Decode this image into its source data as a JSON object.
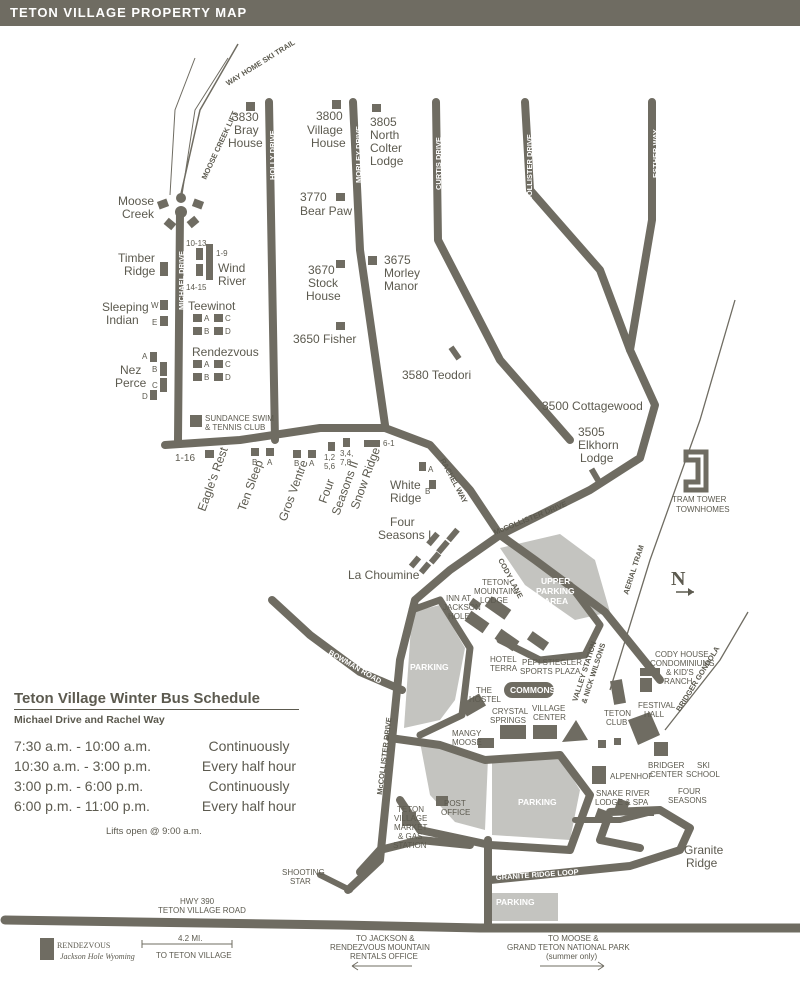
{
  "map_title": "TETON VILLAGE PROPERTY MAP",
  "labels": {
    "way_home_trail": "WAY HOME SKI TRAIL",
    "moose_creek_lift": "MOOSE CREEK LIFT",
    "holly_drive": "HOLLY DRIVE",
    "morley_drive": "MORLEY DRIVE",
    "curtis_drive": "CURTIS DRIVE",
    "mccollister_drive_n": "McCOLLISTER DRIVE",
    "esther_way": "ESTHER WAY",
    "michael_drive": "MICHAEL DRIVE",
    "rachel_way": "RACHEL WAY",
    "mccollister_drive_e": "McCOLLISTER DRIVE",
    "cody_lane": "CODY LANE",
    "bowman_road": "BOWMAN ROAD",
    "mccollister_drive_s": "McCOLLISTER DRIVE",
    "aerial_tram": "AERIAL TRAM",
    "bridger_gondola": "BRIDGER GONDOLA",
    "granite_ridge_loop": "GRANITE RIDGE LOOP",
    "valley_station": "VALLEY STATION",
    "nick_wilsons": "& NICK WILSONS",
    "commons": "COMMONS",
    "parking": "PARKING",
    "upper_parking_1": "UPPER",
    "upper_parking_2": "PARKING",
    "upper_parking_3": "AREA",
    "north": "N",
    "bray_num": "3830",
    "bray_1": "Bray",
    "bray_2": "House",
    "village_num": "3800",
    "village_1": "Village",
    "village_2": "House",
    "colter_num": "3805",
    "colter_1": "North",
    "colter_2": "Colter",
    "colter_3": "Lodge",
    "bearpaw_num": "3770",
    "bearpaw_1": "Bear Paw",
    "stock_num": "3670",
    "stock_1": "Stock",
    "stock_2": "House",
    "morley_num": "3675",
    "morley_1": "Morley",
    "morley_2": "Manor",
    "fisher": "3650 Fisher",
    "teodori": "3580 Teodori",
    "cottagewood": "3500 Cottagewood",
    "elkhorn_num": "3505",
    "elkhorn_1": "Elkhorn",
    "elkhorn_2": "Lodge",
    "tram_tower_1": "TRAM TOWER",
    "tram_tower_2": "TOWNHOMES",
    "moose_creek_1": "Moose",
    "moose_creek_2": "Creek",
    "timber_1": "Timber",
    "timber_2": "Ridge",
    "wind_1": "Wind",
    "wind_2": "River",
    "wind_n1": "10-13",
    "wind_n2": "1-9",
    "wind_n3": "14-15",
    "sleeping_1": "Sleeping",
    "sleeping_2": "Indian",
    "sleeping_w": "W",
    "sleeping_e": "E",
    "teewinot": "Teewinot",
    "rendezvous": "Rendezvous",
    "nez_1": "Nez",
    "nez_2": "Perce",
    "letter_a": "A",
    "letter_b": "B",
    "letter_c": "C",
    "letter_d": "D",
    "sundance_1": "SUNDANCE SWIM",
    "sundance_2": "& TENNIS CLUB",
    "n_1_16": "1-16",
    "eagles_rest": "Eagle's Rest",
    "ten_sleep": "Ten Sleep",
    "gros_ventre": "Gros Ventre",
    "four_seasons_ii_1": "Four",
    "four_seasons_ii_2": "Seasons II",
    "four_seasons_n1": "1,2",
    "four_seasons_n1b": "5,6",
    "four_seasons_n2": "3,4,",
    "four_seasons_n2b": "7,8",
    "snow_ridge": "Snow Ridge",
    "n_6_1": "6-1",
    "white_ridge_1": "White",
    "white_ridge_2": "Ridge",
    "four_seasons_i_1": "Four",
    "four_seasons_i_2": "Seasons I",
    "la_choumine": "La Choumine",
    "teton_mtn_1": "TETON",
    "teton_mtn_2": "MOUNTAIN",
    "teton_mtn_3": "LODGE",
    "inn_1": "INN AT",
    "inn_2": "JACKSON",
    "inn_3": "HOLE",
    "hotel_terra_1": "HOTEL",
    "hotel_terra_2": "TERRA",
    "pepi_1": "PEPI STIEGLER",
    "pepi_2": "SPORTS PLAZA",
    "hostel_1": "THE",
    "hostel_2": "HOSTEL",
    "crystal_1": "CRYSTAL",
    "crystal_2": "SPRINGS",
    "village_center_1": "VILLAGE",
    "village_center_2": "CENTER",
    "mangy_1": "MANGY",
    "mangy_2": "MOOSE",
    "teton_club_1": "TETON",
    "teton_club_2": "CLUB",
    "festival_1": "FESTIVAL",
    "festival_2": "HALL",
    "cody_house_1": "CODY HOUSE",
    "cody_house_2": "CONDOMINIUMS",
    "cody_house_3": "& KID'S",
    "cody_house_4": "RANCH",
    "bridger_center_1": "BRIDGER",
    "bridger_center_2": "CENTER",
    "ski_school_1": "SKI",
    "ski_school_2": "SCHOOL",
    "alpenhof": "ALPENHOF",
    "snake_river_1": "SNAKE RIVER",
    "snake_river_2": "LODGE & SPA",
    "four_seasons_c_1": "FOUR",
    "four_seasons_c_2": "SEASONS",
    "granite_1": "Granite",
    "granite_2": "Ridge",
    "post_office_1": "POST",
    "post_office_2": "OFFICE",
    "market_1": "TETON",
    "market_2": "VILLAGE",
    "market_3": "MARKET",
    "market_4": "& GAS",
    "market_5": "STATION",
    "shooting_1": "SHOOTING",
    "shooting_2": "STAR",
    "hwy_1": "HWY 390",
    "hwy_2": "TETON VILLAGE ROAD",
    "scale_1": "4.2 MI.",
    "scale_2": "TO TETON VILLAGE",
    "jackson_1": "TO JACKSON &",
    "jackson_2": "RENDEZVOUS MOUNTAIN",
    "jackson_3": "RENTALS OFFICE",
    "moose_1": "TO MOOSE &",
    "moose_2": "GRAND TETON NATIONAL PARK",
    "moose_3": "(summer only)",
    "logo_1": "RENDEZVOUS",
    "logo_2": "Jackson Hole Wyoming"
  },
  "schedule": {
    "title": "Teton Village Winter Bus Schedule",
    "subtitle": "Michael Drive and Rachel Way",
    "rows": [
      {
        "time": "7:30 a.m. - 10:00 a.m.",
        "freq": "Continuously"
      },
      {
        "time": "10:30 a.m. - 3:00 p.m.",
        "freq": "Every half hour"
      },
      {
        "time": "3:00 p.m. - 6:00 p.m.",
        "freq": "Continuously"
      },
      {
        "time": "6:00 p.m. - 11:00 p.m.",
        "freq": "Every half hour"
      }
    ],
    "note": "Lifts open @ 9:00 a.m."
  },
  "colors": {
    "road": "#6f6c62",
    "parking": "#c4c4c0",
    "text": "#5c5a4f"
  }
}
